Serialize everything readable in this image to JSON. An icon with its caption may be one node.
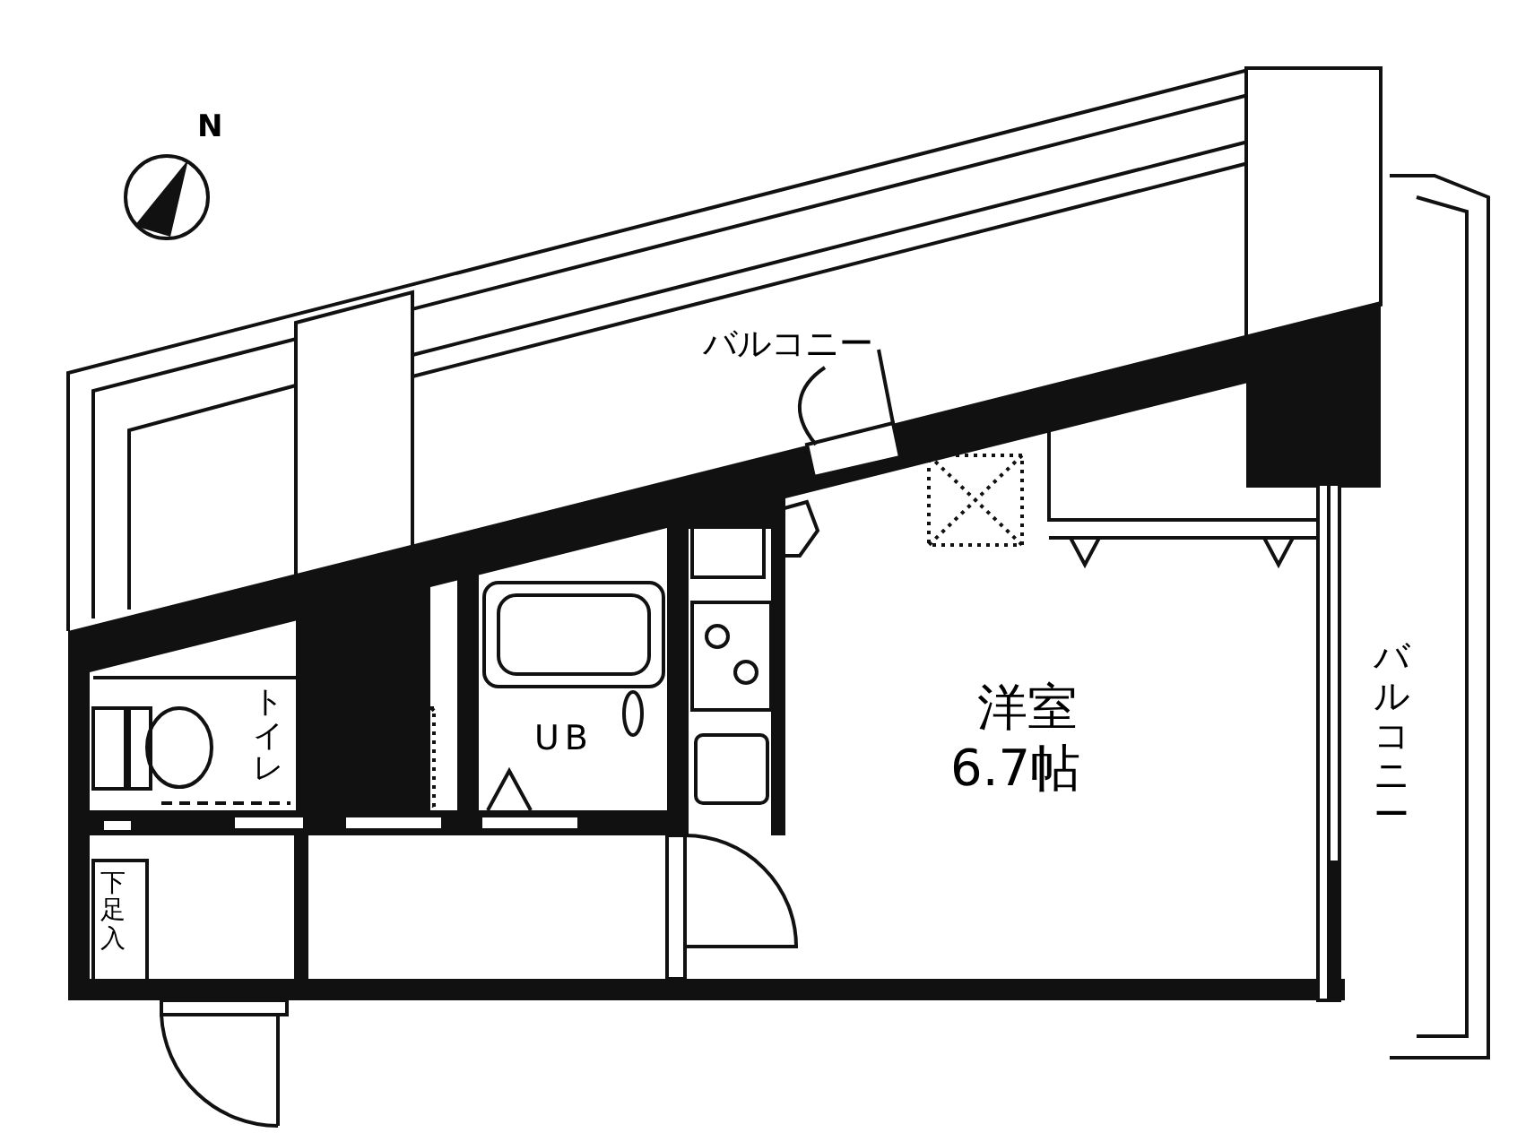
{
  "diagram": {
    "labels": [
      "N",
      "バルコニー",
      "洋室",
      "6.7帖",
      "トイレ",
      "UB",
      "下足入",
      "バルコニー"
    ]
  }
}
